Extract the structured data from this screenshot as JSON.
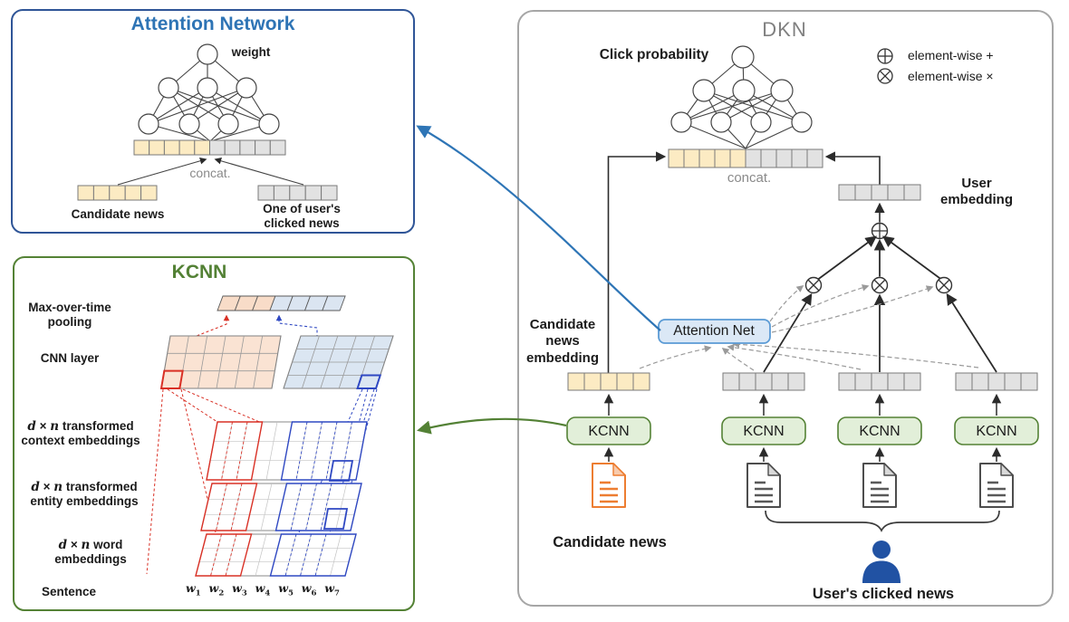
{
  "attention_panel": {
    "title": "Attention Network",
    "weight_label": "weight",
    "concat_label": "concat.",
    "candidate_label": "Candidate news",
    "clicked_label": "One of user's\nclicked news"
  },
  "kcnn_panel": {
    "title": "KCNN",
    "maxpool_label": "Max-over-time\npooling",
    "cnn_label": "CNN layer",
    "context_label": {
      "d": "d",
      "times": "×",
      "n": "n",
      "rest": "transformed",
      "line2": "context embeddings"
    },
    "entity_label": {
      "d": "d",
      "times": "×",
      "n": "n",
      "rest": "transformed",
      "line2": "entity embeddings"
    },
    "word_label": {
      "d": "d",
      "times": "×",
      "n": "n",
      "rest": "word",
      "line2": "embeddings"
    },
    "sentence_label": "Sentence",
    "words": [
      {
        "base": "w",
        "sub": "1"
      },
      {
        "base": "w",
        "sub": "2"
      },
      {
        "base": "w",
        "sub": "3"
      },
      {
        "base": "w",
        "sub": "4"
      },
      {
        "base": "w",
        "sub": "5"
      },
      {
        "base": "w",
        "sub": "6"
      },
      {
        "base": "w",
        "sub": "7"
      }
    ]
  },
  "dkn_panel": {
    "title": "DKN",
    "click_probability_label": "Click probability",
    "legend": {
      "plus": "element-wise +",
      "times": "element-wise ×"
    },
    "concat_label": "concat.",
    "user_embedding_label": "User\nembedding",
    "candidate_embedding_label": "Candidate\nnews\nembedding",
    "attention_net_label": "Attention Net",
    "kcnn_boxes": [
      "KCNN",
      "KCNN",
      "KCNN",
      "KCNN"
    ],
    "candidate_news_label": "Candidate news",
    "user_clicked_label": "User's clicked news"
  },
  "colors": {
    "attention_border": "#2F5597",
    "attention_title": "#2E74B5",
    "kcnn_green": "#538135",
    "dkn_border": "#A6A6A6",
    "yellow_cell": "#FCEBC3",
    "gray_cell": "#E2E2E2",
    "orange_doc": "#ED7D31",
    "person_blue": "#2152A3",
    "attention_net_fill": "#DBE8F6",
    "attention_net_border": "#5B9BD5",
    "kcnn_box_fill": "#E2EFD9",
    "cnn_map_orange": "#FAE3D3",
    "cnn_map_blue": "#DBE6F2",
    "red_line": "#D93025",
    "blue_line": "#2F48C2"
  }
}
